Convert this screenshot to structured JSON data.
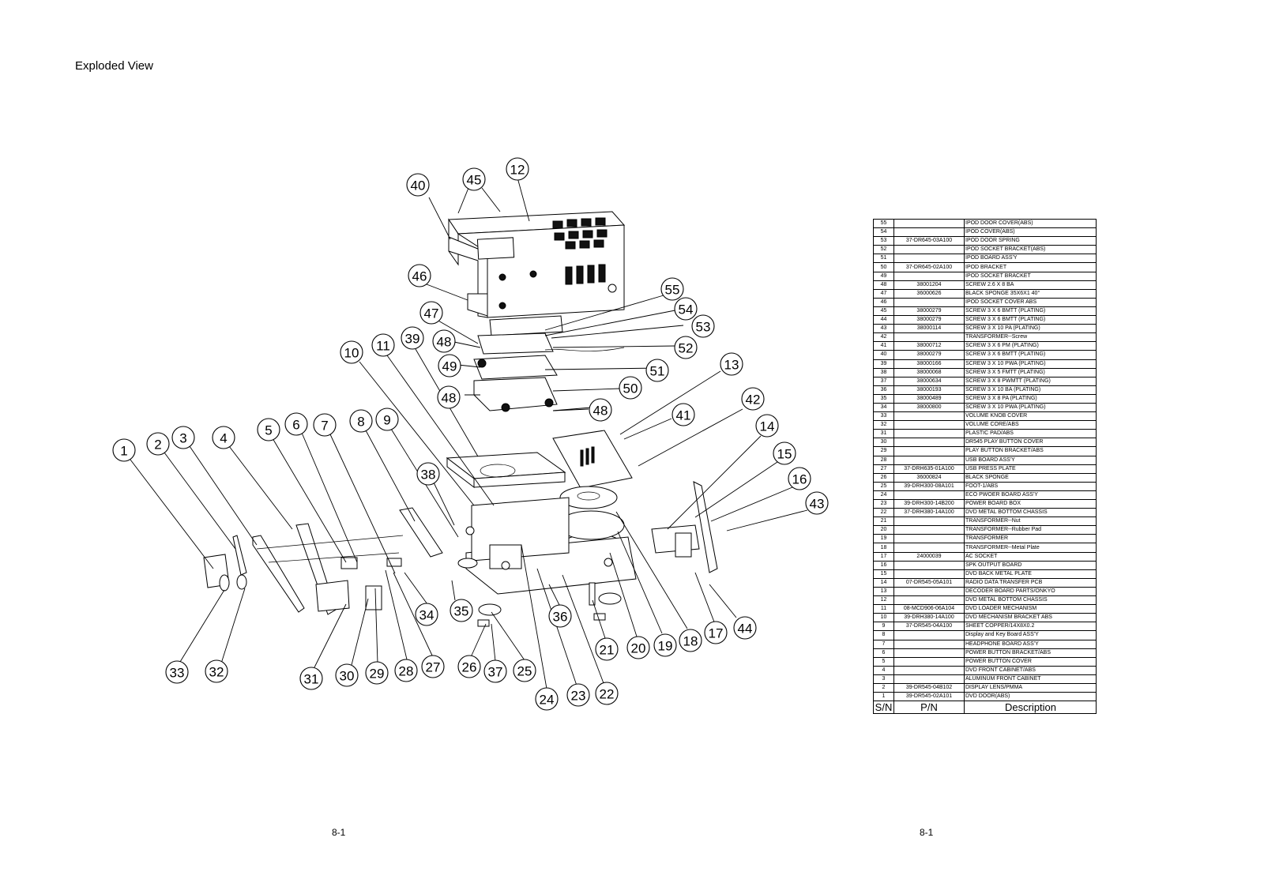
{
  "page": {
    "title": "Exploded View",
    "footer_left": "8-1",
    "footer_right": "8-1"
  },
  "parts_table": {
    "headers": {
      "sn": "S/N",
      "pn": "P/N",
      "description": "Description"
    },
    "rows": [
      {
        "sn": "55",
        "pn": "",
        "description": "IPOD DOOR COVER(ABS)"
      },
      {
        "sn": "54",
        "pn": "",
        "description": "IPOD COVER(ABS)"
      },
      {
        "sn": "53",
        "pn": "37-DR645-03A100",
        "description": "IPOD DOOR SPRING"
      },
      {
        "sn": "52",
        "pn": "",
        "description": "IPOD SOCKET BRACKET(ABS)"
      },
      {
        "sn": "51",
        "pn": "",
        "description": "IPOD BOARD ASS'Y"
      },
      {
        "sn": "50",
        "pn": "37-DR645-02A100",
        "description": "IPOD BRACKET"
      },
      {
        "sn": "49",
        "pn": "",
        "description": "IPOD SOCKET BRACKET"
      },
      {
        "sn": "48",
        "pn": "38001204",
        "description": "SCREW 2.6 X 8 BA"
      },
      {
        "sn": "47",
        "pn": "36000626",
        "description": "BLACK SPONGE 35X6X1 40°"
      },
      {
        "sn": "46",
        "pn": "",
        "description": "IPOD SOCKET COVER ABS"
      },
      {
        "sn": "45",
        "pn": "38000279",
        "description": "SCREW 3 X 6 BMTT (PLATING)"
      },
      {
        "sn": "44",
        "pn": "38000279",
        "description": "SCREW 3 X 6 BMTT (PLATING)"
      },
      {
        "sn": "43",
        "pn": "38000114",
        "description": "SCREW 3 X 10 PA (PLATING)"
      },
      {
        "sn": "42",
        "pn": "",
        "description": "TRANSFORMER--Screw"
      },
      {
        "sn": "41",
        "pn": "38000712",
        "description": "SCREW  3 X 6 PM (PLATING)"
      },
      {
        "sn": "40",
        "pn": "38000279",
        "description": "SCREW 3 X 6 BMTT (PLATING)"
      },
      {
        "sn": "39",
        "pn": "38000166",
        "description": "SCREW 3 X 10 PWA (PLATING)"
      },
      {
        "sn": "38",
        "pn": "38000068",
        "description": "SCREW 3 X 5 FMTT (PLATING)"
      },
      {
        "sn": "37",
        "pn": "38000634",
        "description": "SCREW 3 X 8 PWMTT (PLATING)"
      },
      {
        "sn": "36",
        "pn": "38000193",
        "description": "SCREW 3 X 10 BA (PLATING)"
      },
      {
        "sn": "35",
        "pn": "38000489",
        "description": "SCREW 3 X 8 PA (PLATING)"
      },
      {
        "sn": "34",
        "pn": "38000800",
        "description": "SCREW 3 X 10 PWA (PLATING)"
      },
      {
        "sn": "33",
        "pn": "",
        "description": "VOLUME KNOB COVER"
      },
      {
        "sn": "32",
        "pn": "",
        "description": "VOLUME CORE/ABS"
      },
      {
        "sn": "31",
        "pn": "",
        "description": "PLASTIC PAD/ABS"
      },
      {
        "sn": "30",
        "pn": "",
        "description": "DR545 PLAY BUTTON COVER"
      },
      {
        "sn": "29",
        "pn": "",
        "description": "PLAY BUTTON BRACKET/ABS"
      },
      {
        "sn": "28",
        "pn": "",
        "description": "USB BOARD ASS'Y"
      },
      {
        "sn": "27",
        "pn": "37-DRH635-01A100",
        "description": "USB PRESS PLATE"
      },
      {
        "sn": "26",
        "pn": "36000824",
        "description": "BLACK SPONGE"
      },
      {
        "sn": "25",
        "pn": "39-DRH300-08A101",
        "description": "FOOT-1/ABS"
      },
      {
        "sn": "24",
        "pn": "",
        "description": "ECO PWOER BOARD ASS'Y"
      },
      {
        "sn": "23",
        "pn": "39-DRH300-14B200",
        "description": "POWER BOARD BOX"
      },
      {
        "sn": "22",
        "pn": "37-DRH380-14A100",
        "description": "DVD METAL BOTTOM CHASSIS"
      },
      {
        "sn": "21",
        "pn": "",
        "description": "TRANSFORMER--Nut"
      },
      {
        "sn": "20",
        "pn": "",
        "description": "TRANSFORMER--Rubber Pad"
      },
      {
        "sn": "19",
        "pn": "",
        "description": "TRANSFORMER"
      },
      {
        "sn": "18",
        "pn": "",
        "description": "TRANSFORMER--Metal Plate"
      },
      {
        "sn": "17",
        "pn": "24000039",
        "description": "AC SOCKET"
      },
      {
        "sn": "16",
        "pn": "",
        "description": "SPK OUTPUT BOARD"
      },
      {
        "sn": "15",
        "pn": "",
        "description": "DVD BACK METAL PLATE"
      },
      {
        "sn": "14",
        "pn": "07-DR545-05A101",
        "description": "RADIO DATA TRANSFER PCB"
      },
      {
        "sn": "13",
        "pn": "",
        "description": "DECODER BOARD PARTS/ONKYO"
      },
      {
        "sn": "12",
        "pn": "",
        "description": "DVD METAL BOTTOM CHASSIS"
      },
      {
        "sn": "11",
        "pn": "08-MCD906-06A104",
        "description": "DVD LOADER MECHANISM"
      },
      {
        "sn": "10",
        "pn": "39-DRH380-14A100",
        "description": "DVD MECHANISM BRACKET ABS"
      },
      {
        "sn": "9",
        "pn": "37-DR545-04A100",
        "description": "SHEET COPPER/14X8X0.2"
      },
      {
        "sn": "8",
        "pn": "",
        "description": "Display and Key Board ASS'Y"
      },
      {
        "sn": "7",
        "pn": "",
        "description": "HEADPHONE BOARD ASS'Y"
      },
      {
        "sn": "6",
        "pn": "",
        "description": "POWER BUTTON BRACKET/ABS"
      },
      {
        "sn": "5",
        "pn": "",
        "description": "POWER BUTTON COVER"
      },
      {
        "sn": "4",
        "pn": "",
        "description": "DVD FRONT CABINET/ABS"
      },
      {
        "sn": "3",
        "pn": "",
        "description": "ALUMINUM FRONT CABINET"
      },
      {
        "sn": "2",
        "pn": "39-DR545-04B102",
        "description": "DISPLAY LENS/PMMA"
      },
      {
        "sn": "1",
        "pn": "39-DR545-02A101",
        "description": "DVD DOOR(ABS)"
      }
    ]
  },
  "callouts": [
    "1",
    "2",
    "3",
    "4",
    "5",
    "6",
    "7",
    "8",
    "9",
    "10",
    "11",
    "12",
    "13",
    "14",
    "15",
    "16",
    "17",
    "18",
    "19",
    "20",
    "21",
    "22",
    "23",
    "24",
    "25",
    "26",
    "27",
    "28",
    "29",
    "30",
    "31",
    "32",
    "33",
    "34",
    "35",
    "36",
    "37",
    "38",
    "39",
    "40",
    "41",
    "42",
    "43",
    "44",
    "45",
    "46",
    "47",
    "48",
    "48",
    "48",
    "49",
    "50",
    "51",
    "52",
    "53",
    "54",
    "55"
  ]
}
